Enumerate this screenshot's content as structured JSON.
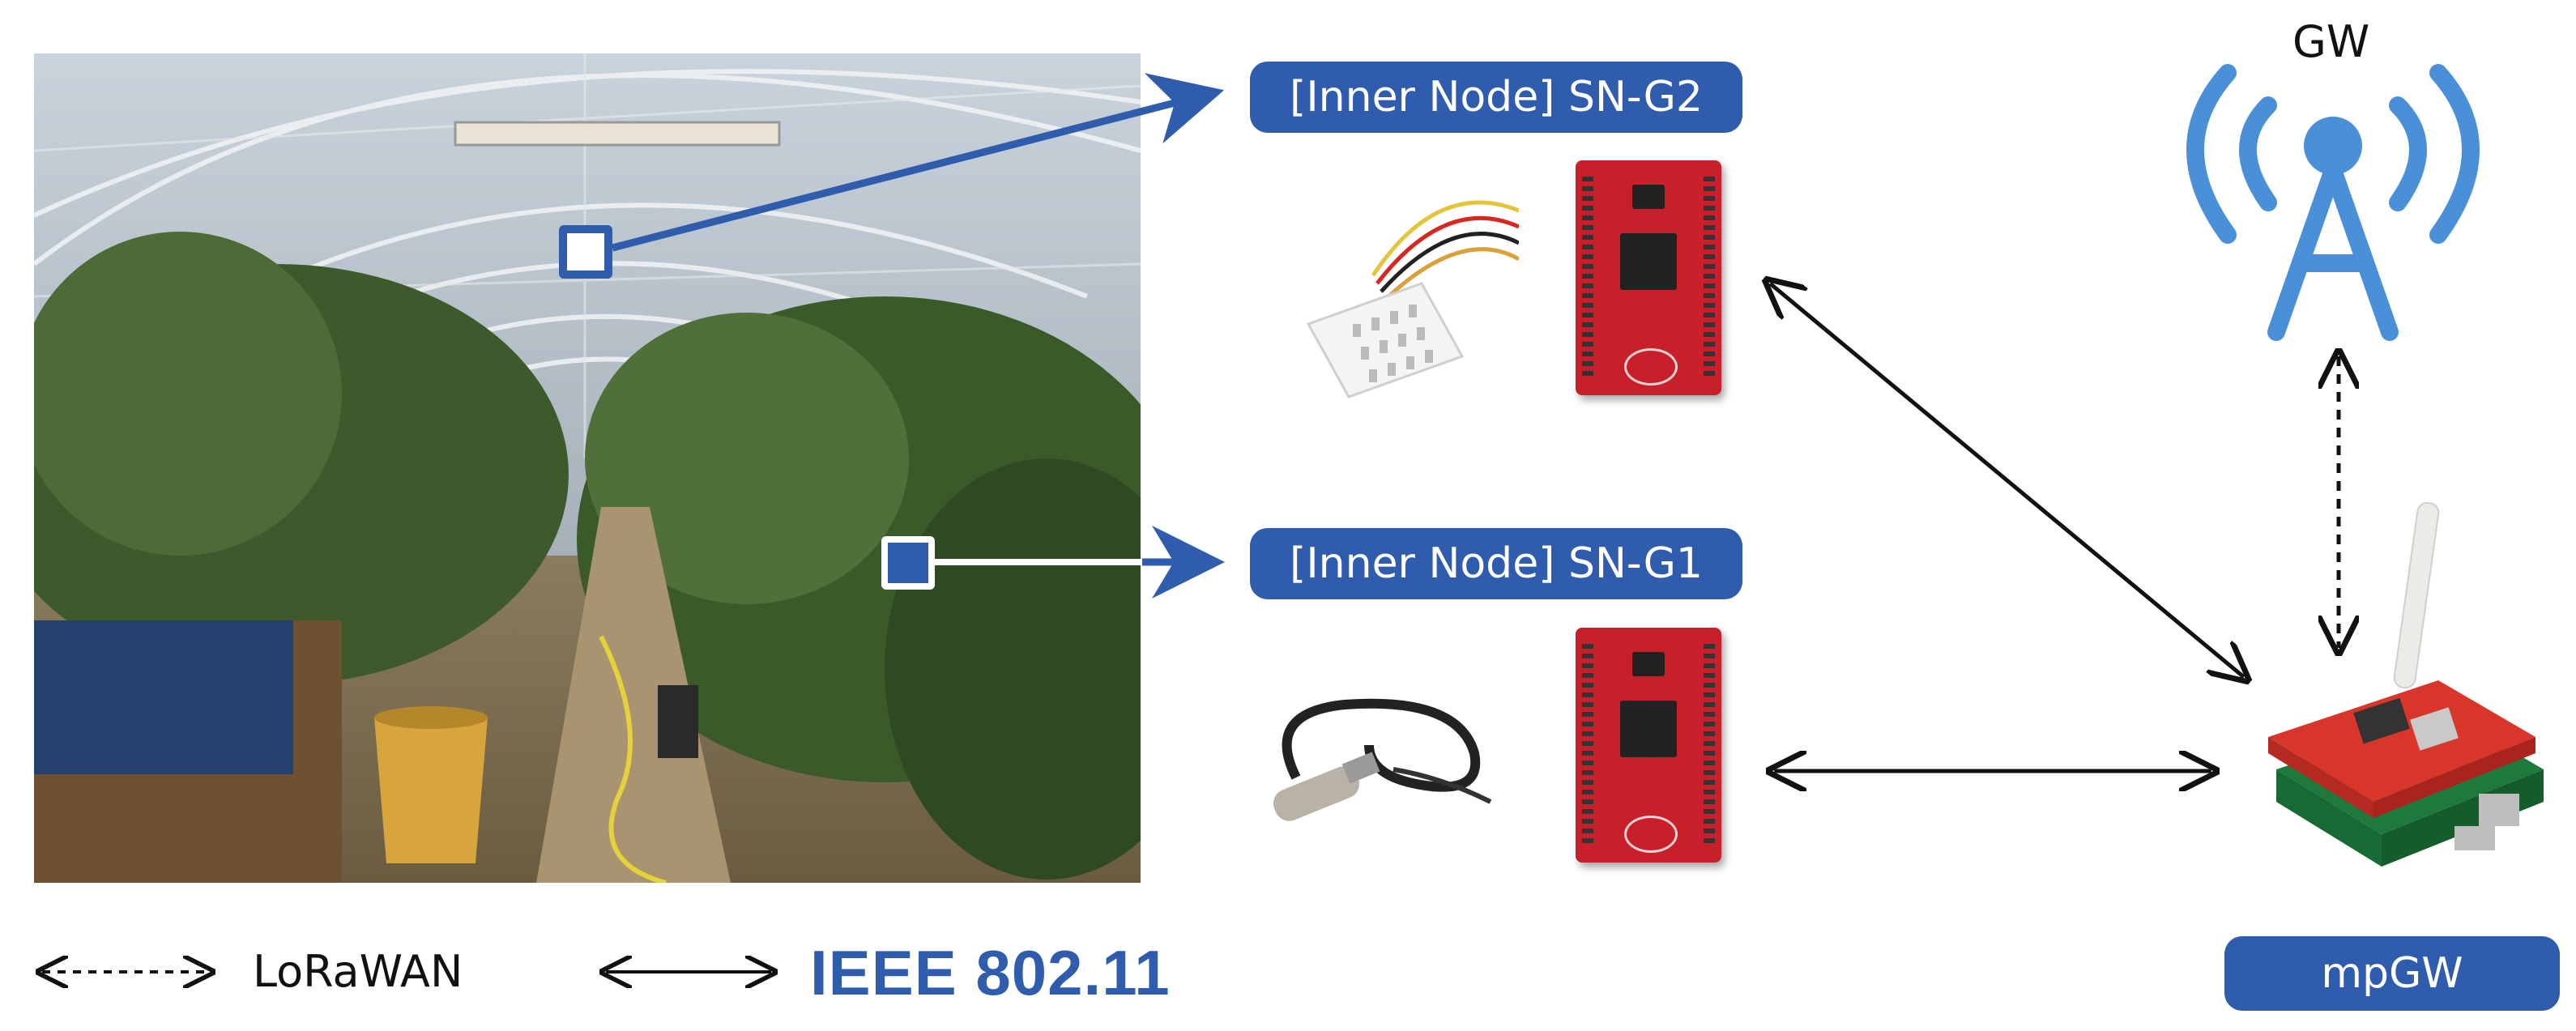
{
  "nodes": {
    "sn_g2_label": "[Inner Node] SN-G2",
    "sn_g1_label": "[Inner Node] SN-G1"
  },
  "gateway": {
    "gw_label": "GW",
    "mpgw_label": "mpGW"
  },
  "legend": {
    "lorawan_label": "LoRaWAN",
    "ieee_label": "IEEE 802.11"
  },
  "colors": {
    "accent_blue": "#2f5cad",
    "antenna_blue": "#4a90d9",
    "board_red": "#c8202a"
  }
}
